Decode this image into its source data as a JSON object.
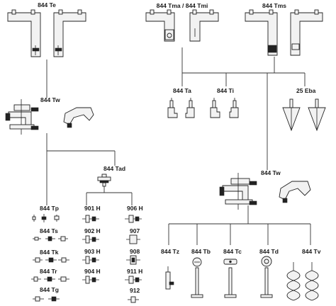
{
  "labels": {
    "te": "844 Te",
    "tma_tmi": "844 Tma / 844 Tmi",
    "tms": "844 Tms",
    "tw_left": "844 Tw",
    "ta": "844 Ta",
    "ti": "844 Ti",
    "eba": "25 Eba",
    "tw_right": "844 Tw",
    "tad": "844 Tad",
    "tp": "844 Tp",
    "ts": "844 Ts",
    "tk": "844 Tk",
    "tr": "844 Tr",
    "tg": "844 Tg",
    "h901": "901 H",
    "h902": "902 H",
    "h903": "903 H",
    "h904": "904 H",
    "h906": "906 H",
    "p907": "907",
    "p908": "908",
    "h911": "911 H",
    "p912": "912",
    "tz": "844 Tz",
    "tb": "844 Tb",
    "tc": "844 Tc",
    "td": "844 Td",
    "tv": "844 Tv"
  },
  "colors": {
    "line": "#333333",
    "part_fill": "#f2f2f2",
    "ink": "#222222"
  }
}
